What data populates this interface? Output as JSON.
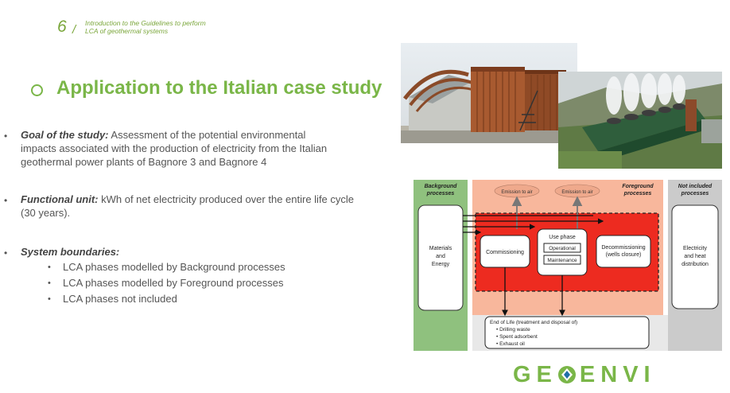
{
  "header": {
    "slide_number": "6",
    "separator": "/",
    "subtitle": "Introduction to the Guidelines to perform LCA of geothermal systems"
  },
  "title": "Application to the Italian case study",
  "bullets": [
    {
      "label": "Goal of the study:",
      "text": " Assessment of the potential environmental impacts associated with the production of electricity from the Italian geothermal power plants of Bagnore 3 and Bagnore 4"
    },
    {
      "label": "Functional unit:",
      "text": " kWh of net electricity produced over the entire life cycle (30 years)."
    },
    {
      "label": "System boundaries:",
      "text": ""
    }
  ],
  "sub_bullets": [
    "LCA phases modelled by Background processes",
    "LCA phases modelled by Foreground processes",
    "LCA phases not included"
  ],
  "diagram": {
    "background_title": "Background processes",
    "foreground_title": "Foreground processes",
    "not_included_title": "Not included processes",
    "materials_label": "Materials and Energy",
    "emission_label_1": "Emission to air",
    "emission_label_2": "Emission to air",
    "commissioning": "Commissioning",
    "use_phase": "Use phase",
    "operational": "Operational",
    "maintenance": "Maintenance",
    "decommissioning": "Decommissioning (wells closure)",
    "electricity": "Electricity and heat distribution",
    "end_of_life_title": "End of Life (treatment and disposal of)",
    "end_of_life_items": [
      "Drilling waste",
      "Spent adsorbent",
      "Exhaust oil"
    ]
  },
  "brand": {
    "left": "GE",
    "right": "ENVI"
  },
  "colors": {
    "accent_green": "#7ab648",
    "background_box": "#8cc07a",
    "foreground_box": "#f7b59a",
    "foreground_inner": "#ee2a1f",
    "not_included_box": "#c9c9c9"
  },
  "photos": [
    "geothermal-plant-photo-1",
    "geothermal-plant-photo-2"
  ]
}
